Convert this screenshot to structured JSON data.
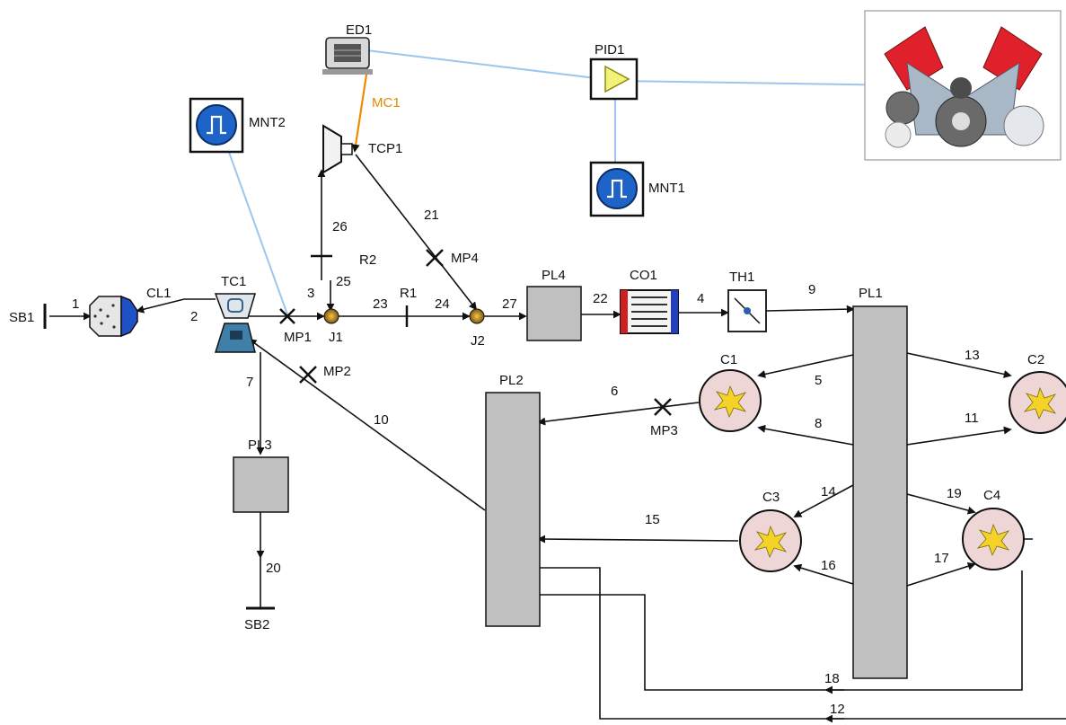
{
  "diagram": {
    "components": {
      "SB1": "SB1",
      "SB2": "SB2",
      "CL1": "CL1",
      "TC1": "TC1",
      "MP1": "MP1",
      "MP2": "MP2",
      "MP3": "MP3",
      "MP4": "MP4",
      "J1": "J1",
      "J2": "J2",
      "R1": "R1",
      "R2": "R2",
      "PL1": "PL1",
      "PL2": "PL2",
      "PL3": "PL3",
      "PL4": "PL4",
      "CO1": "CO1",
      "TH1": "TH1",
      "C1": "C1",
      "C2": "C2",
      "C3": "C3",
      "C4": "C4",
      "ED1": "ED1",
      "MC1": "MC1",
      "TCP1": "TCP1",
      "PID1": "PID1",
      "MNT1": "MNT1",
      "MNT2": "MNT2"
    },
    "pipes": {
      "p1": "1",
      "p2": "2",
      "p3": "3",
      "p4": "4",
      "p5": "5",
      "p6": "6",
      "p7": "7",
      "p8": "8",
      "p9": "9",
      "p10": "10",
      "p11": "11",
      "p12": "12",
      "p13": "13",
      "p14": "14",
      "p15": "15",
      "p16": "16",
      "p17": "17",
      "p18": "18",
      "p19": "19",
      "p20": "20",
      "p21": "21",
      "p22": "22",
      "p23": "23",
      "p24": "24",
      "p25": "25",
      "p26": "26",
      "p27": "27"
    },
    "icons": {
      "engine": "engine-icon",
      "motor": "electric-motor-icon",
      "monitor": "monitor-icon",
      "pid": "pid-controller-icon",
      "cooler": "cooler-icon",
      "throttle": "throttle-icon",
      "combustion": "combustion-spark-icon",
      "turbocharger": "turbocharger-icon",
      "compressor": "compressor-icon",
      "filter": "air-filter-icon"
    },
    "colors": {
      "pipe": "#111111",
      "signal": "#9cc6ee",
      "mechanical": "#f08a00",
      "plenum": "#c0c0c0",
      "cylinder": "#efd6d6",
      "monitor": "#1e64c8",
      "pid": "#f2f27a"
    }
  }
}
